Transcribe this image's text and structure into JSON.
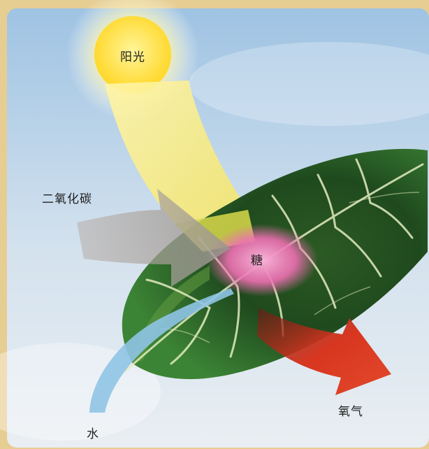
{
  "labels": {
    "sunlight": "阳光",
    "carbon_dioxide": "二氧化碳",
    "sugar": "糖",
    "oxygen": "氧气",
    "water": "水"
  },
  "colors": {
    "sky_top": "#9fc3e3",
    "sky_bottom": "#e6eef3",
    "sun": "#ffe44a",
    "sun_glow": "#fff6b0",
    "leaf_dark": "#14361a",
    "leaf_mid": "#3f7d34",
    "leaf_vein": "#e3ecbf",
    "sugar_spot": "#f07ab8",
    "co2_arrow": "#a9a6a2",
    "oxygen_arrow": "#d63a25",
    "water_stream": "#8fc4e6",
    "border": "#e2c88e"
  },
  "icons": [
    "sun-icon",
    "leaf-icon",
    "carbon-dioxide-arrow-icon",
    "oxygen-arrow-icon",
    "water-stream-icon"
  ]
}
